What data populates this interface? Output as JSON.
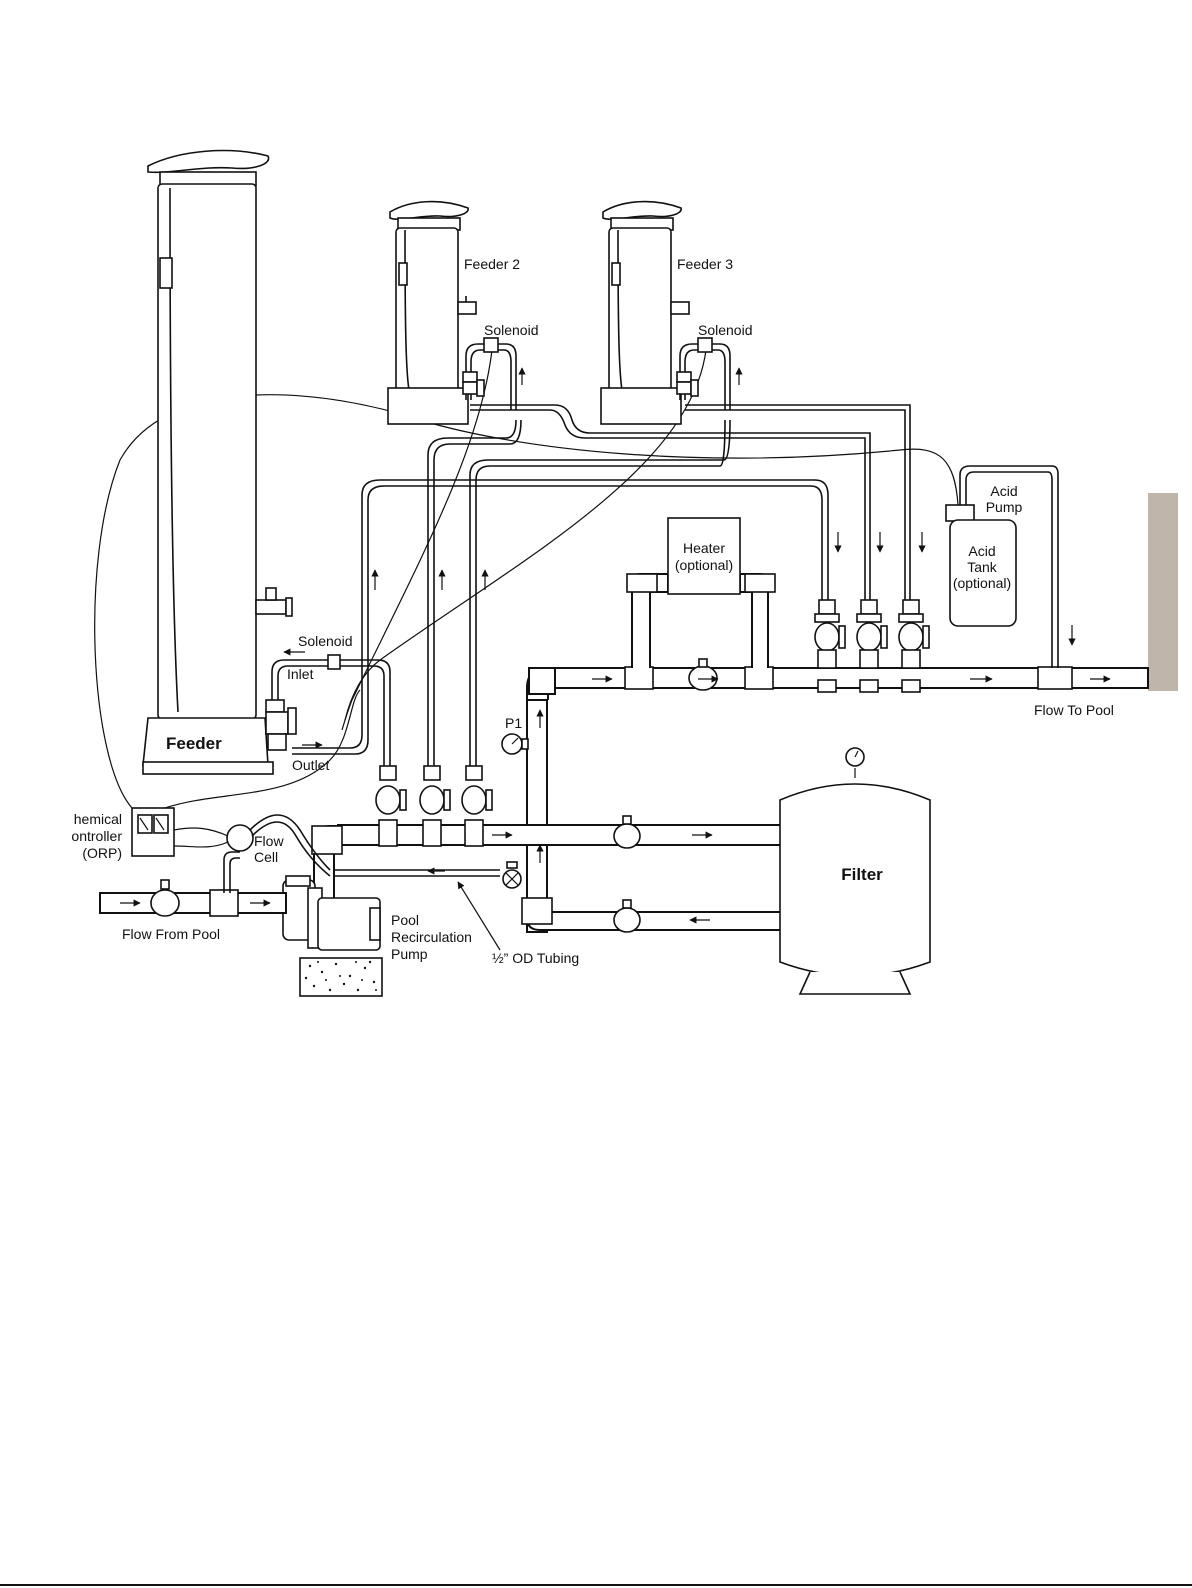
{
  "labels": {
    "feeder_2": "Feeder 2",
    "feeder_3": "Feeder 3",
    "solenoid_2": "Solenoid",
    "solenoid_3": "Solenoid",
    "solenoid_1": "Solenoid",
    "feeder_main": "Feeder",
    "inlet": "Inlet",
    "outlet": "Outlet",
    "heater_line1": "Heater",
    "heater_line2": "(optional)",
    "acid_pump_line1": "Acid",
    "acid_pump_line2": "Pump",
    "acid_tank_line1": "Acid",
    "acid_tank_line2": "Tank",
    "acid_tank_line3": "(optional)",
    "flow_to_pool": "Flow To Pool",
    "p1": "P1",
    "filter": "Filter",
    "controller_line1": "hemical",
    "controller_line2": "ontroller",
    "controller_line3": "(ORP)",
    "flow_cell_line1": "Flow",
    "flow_cell_line2": "Cell",
    "flow_from_pool": "Flow From Pool",
    "pump_line1": "Pool",
    "pump_line2": "Recirculation",
    "pump_line3": "Pump",
    "tubing": "½” OD Tubing"
  },
  "colors": {
    "line": "#111111",
    "side_tab": "#bfb5aa"
  }
}
